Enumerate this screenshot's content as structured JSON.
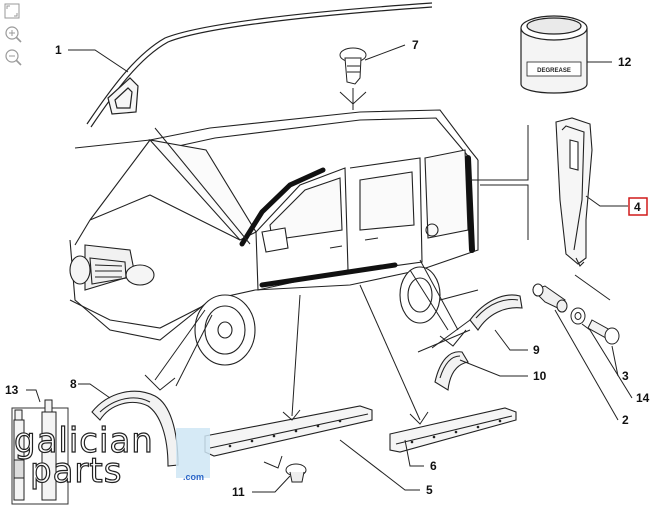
{
  "toolbar": {
    "icons": [
      "fullscreen-icon",
      "zoom-in-icon",
      "zoom-out-icon"
    ]
  },
  "callouts": {
    "c1": "1",
    "c2": "2",
    "c3": "3",
    "c4": "4",
    "c5": "5",
    "c6": "6",
    "c7": "7",
    "c8": "8",
    "c9": "9",
    "c10": "10",
    "c11": "11",
    "c12": "12",
    "c13": "13",
    "c14": "14"
  },
  "highlight_color": "#d11a1a",
  "part12_label": "DEGREASE",
  "watermark": {
    "line1": "galician",
    "line2": "parts",
    "suffix": ".com"
  }
}
